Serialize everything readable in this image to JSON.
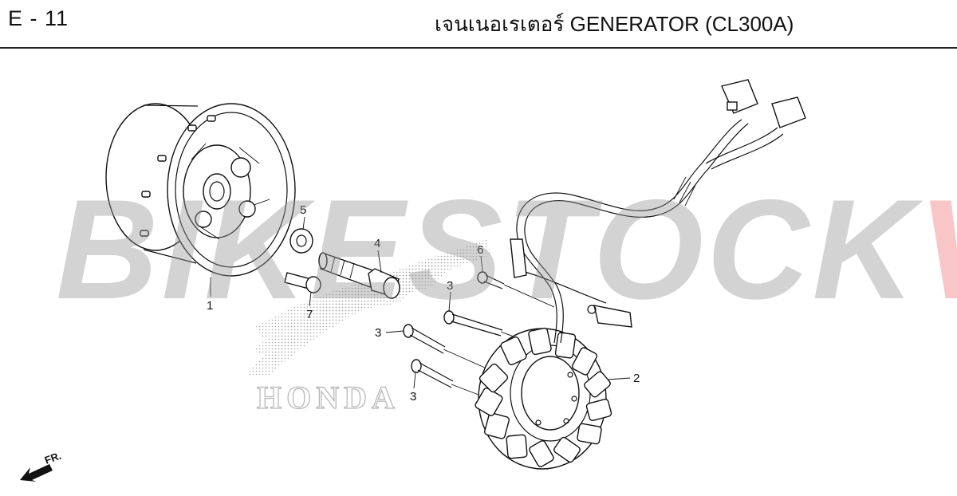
{
  "header": {
    "page_code": "E - 11",
    "title": "เจนเนอเรเตอร์  GENERATOR (CL300A)"
  },
  "watermark": {
    "text_main": "BIKESTOCK",
    "text_accent": "VN"
  },
  "logo": {
    "text": "HONDA"
  },
  "direction": {
    "label": "FR."
  },
  "callouts": {
    "p1": "1",
    "p2": "2",
    "p3a": "3",
    "p3b": "3",
    "p3c": "3",
    "p4": "4",
    "p5": "5",
    "p6": "6",
    "p7": "7"
  }
}
